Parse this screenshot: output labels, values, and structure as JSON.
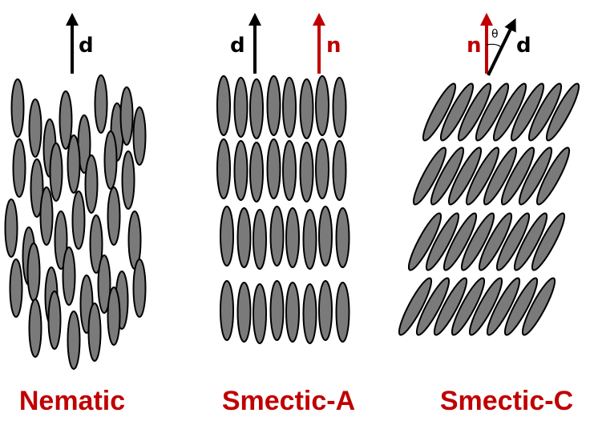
{
  "colors": {
    "molecule_fill": "#7a7a7a",
    "molecule_stroke": "#000000",
    "director": "#000000",
    "layer_normal": "#c00000",
    "label": "#c00000"
  },
  "phases": [
    {
      "id": "nematic",
      "label": "Nematic",
      "vectors": [
        {
          "symbol": "d",
          "role": "director"
        }
      ]
    },
    {
      "id": "smectic-a",
      "label": "Smectic-A",
      "vectors": [
        {
          "symbol": "d",
          "role": "director"
        },
        {
          "symbol": "n",
          "role": "layer-normal"
        }
      ]
    },
    {
      "id": "smectic-c",
      "label": "Smectic-C",
      "tilt_symbol": "θ",
      "vectors": [
        {
          "symbol": "n",
          "role": "layer-normal"
        },
        {
          "symbol": "d",
          "role": "director"
        }
      ]
    }
  ]
}
